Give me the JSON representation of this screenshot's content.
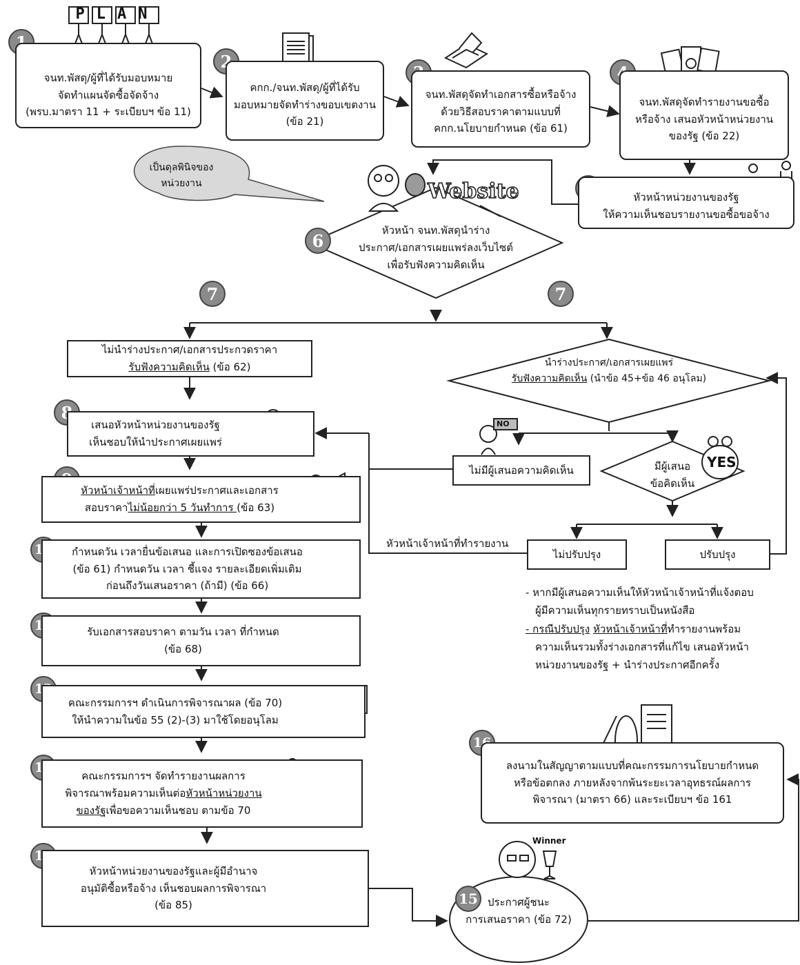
{
  "plan_sign": "PLAN",
  "website_sign": "Website",
  "winner_label": "Winner",
  "no_sign": "NO",
  "yes_sign": "YES",
  "steps": {
    "s1": {
      "num": "1",
      "lines": [
        "จนท.พัสดุ/ผู้ที่ได้รับมอบหมาย",
        "จัดทำแผนจัดซื้อจัดจ้าง",
        "(พรบ.มาตรา 11 + ระเบียบฯ ข้อ 11)"
      ]
    },
    "s2": {
      "num": "2",
      "lines": [
        "คกก./จนท.พัสดุ/ผู้ที่ได้รับ",
        "มอบหมายจัดทำร่างขอบเขตงาน",
        "(ข้อ 21)"
      ]
    },
    "s3": {
      "num": "3",
      "lines": [
        "จนท.พัสดุจัดทำเอกสารซื้อหรือจ้าง",
        "ด้วยวิธีสอบราคาตามแบบที่",
        "คกก.นโยบายกำหนด (ข้อ 61)"
      ]
    },
    "s4": {
      "num": "4",
      "lines": [
        "จนท.พัสดุจัดทำรายงานขอซื้อ",
        "หรือจ้าง เสนอหัวหน้าหน่วยงาน",
        "ของรัฐ (ข้อ 22)"
      ]
    },
    "s5": {
      "num": "5",
      "lines": [
        "หัวหน้าหน่วยงานของรัฐ",
        "ให้ความเห็นชอบรายงานขอซื้อขอจ้าง"
      ]
    },
    "s6": {
      "num": "6",
      "lines": [
        "หัวหน้า จนท.พัสดุนำร่าง",
        "ประกาศ/เอกสารเผยแพร่ลงเว็บไซต์",
        "เพื่อรับฟังความคิดเห็น"
      ]
    },
    "s7": {
      "num": "7"
    },
    "bubble": {
      "lines": [
        "เป็นดุลพินิจของ",
        "หน่วยงาน"
      ]
    },
    "left7": {
      "line1": "ไม่นำร่างประกาศ/เอกสารประกวดราคา",
      "line2_u": "รับฟังความคิดเห็น",
      "line2_rest": " (ข้อ 62)"
    },
    "right7": {
      "line1": "นำร่างประกาศ/เอกสารเผยแพร่",
      "line2_u": "รับฟังความคิดเห็น",
      "line2_rest": " (นำข้อ 45+ข้อ 46 อนุโลม)"
    },
    "no_comment": "ไม่มีผู้เสนอความคิดเห็น",
    "has_comment": {
      "lines": [
        "มีผู้เสนอ",
        "ข้อคิดเห็น"
      ]
    },
    "no_improve": "ไม่ปรับปรุง",
    "improve": "ปรับปรุง",
    "head_report": "หัวหน้าเจ้าหน้าที่ทำรายงาน",
    "s8": {
      "num": "8",
      "lines": [
        "เสนอหัวหน้าหน่วยงานของรัฐ",
        "เห็นชอบให้นำประกาศเผยแพร่"
      ]
    },
    "s9": {
      "num": "9",
      "l1_u": "หัวหน้าเจ้าหน้าที่",
      "l1_rest": "เผยแพร่ประกาศและเอกสาร",
      "l2_a": "สอบราคา",
      "l2_u": "ไม่น้อยกว่า 5 วันทำการ ",
      "l2_rest": "(ข้อ 63)"
    },
    "s10": {
      "num": "10",
      "lines": [
        "กำหนดวัน เวลายื่นข้อเสนอ และการเปิดซองข้อเสนอ",
        "(ข้อ 61) กำหนดวัน เวลา ชี้แจง รายละเอียดเพิ่มเติม",
        "ก่อนถึงวันเสนอราคา (ถ้ามี) (ข้อ 66)"
      ]
    },
    "s11": {
      "num": "11",
      "lines": [
        "รับเอกสารสอบราคา ตามวัน เวลา ที่กำหนด",
        "(ข้อ 68)"
      ]
    },
    "s12": {
      "num": "12",
      "lines": [
        "คณะกรรมการฯ ดำเนินการพิจารณาผล (ข้อ 70)",
        "ให้นำความในข้อ 55 (2)-(3) มาใช้โดยอนุโลม"
      ]
    },
    "s13": {
      "num": "13",
      "l1": "คณะกรรมการฯ จัดทำรายงานผลการ",
      "l2_a": "พิจารณาพร้อมความเห็นต่อ",
      "l2_u": "หัวหน้าหน่วยงาน",
      "l3_u": "ของรัฐ",
      "l3_rest": "เพื่อขอความเห็นชอบ ตามข้อ 70"
    },
    "s14": {
      "num": "14",
      "lines": [
        "หัวหน้าหน่วยงานของรัฐและผู้มีอำนาจ",
        "อนุมัติซื้อหรือจ้าง เห็นชอบผลการพิจารณา",
        "(ข้อ 85)"
      ]
    },
    "s15": {
      "num": "15",
      "lines": [
        "ประกาศผู้ชนะ",
        "การเสนอราคา (ข้อ 72)"
      ]
    },
    "s16": {
      "num": "16",
      "lines": [
        "ลงนามในสัญญาตามแบบที่คณะกรรมการนโยบายกำหนด",
        "หรือข้อตกลง ภายหลังจากพ้นระยะเวลาอุทธรณ์ผลการ",
        "พิจารณา (มาตรา 66) และระเบียบฯ ข้อ 161"
      ]
    },
    "notes": {
      "n1": "- หากมีผู้เสนอความเห็นให้หัวหน้าเจ้าหน้าที่แจ้งตอบ",
      "n2": "ผู้มีความเห็นทุกรายทราบเป็นหนังสือ",
      "n3_u": "- กรณีปรับปรุง",
      "n3_sp": " ",
      "n3_u2": "หัวหน้าเจ้าหน้าที่",
      "n3_rest": "ทำรายงานพร้อม",
      "n4": "ความเห็นรวมทั้งร่างเอกสารที่แก้ไข เสนอหัวหน้า",
      "n5": "หน่วยงานของรัฐ + นำร่างประกาศอีกครั้ง"
    }
  },
  "colors": {
    "badge": "#8a8a8a",
    "line": "#222222"
  }
}
